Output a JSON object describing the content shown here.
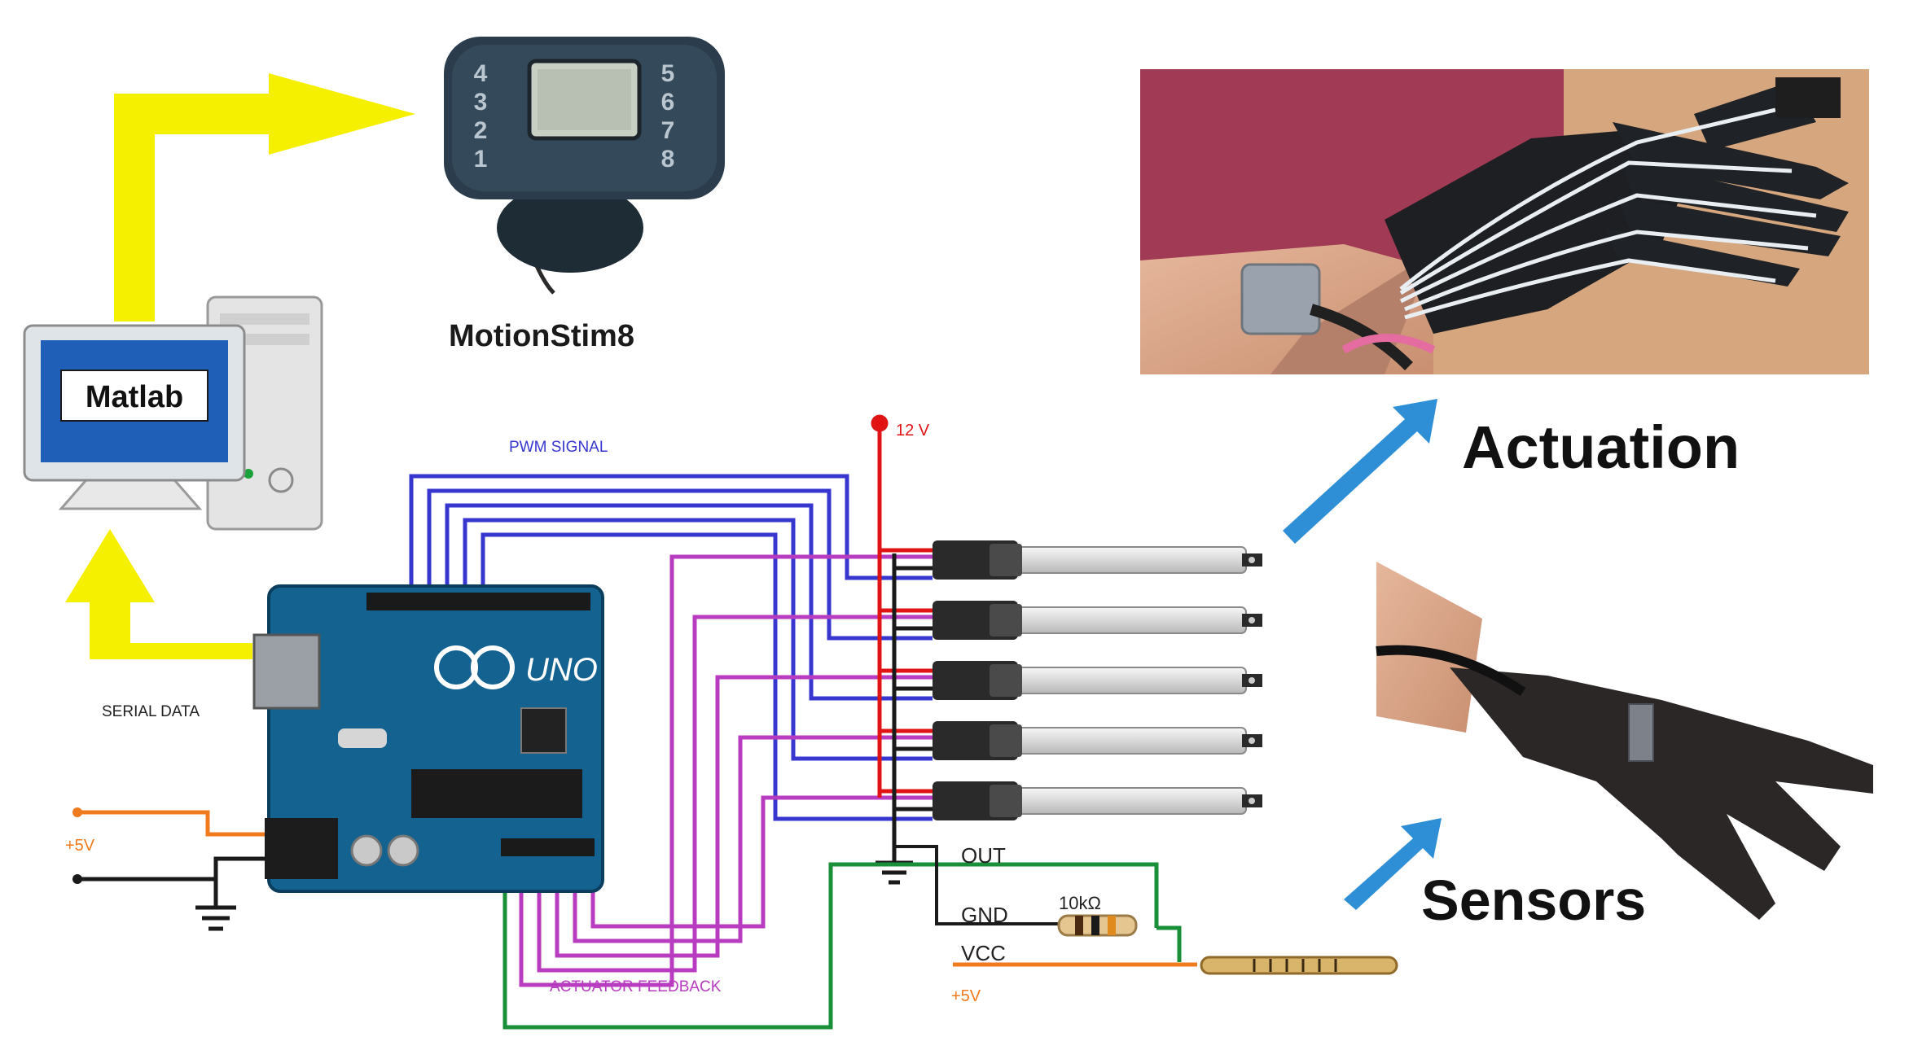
{
  "labels": {
    "matlab": "Matlab",
    "motionstim": "MotionStim8",
    "actuation": "Actuation",
    "sensors": "Sensors",
    "pwm_signal": "PWM SIGNAL",
    "serial_data": "SERIAL DATA",
    "actuator_feedback": "ACTUATOR FEEDBACK",
    "v12": "12 V",
    "v5_left": "+5V",
    "v5_right": "+5V",
    "out": "OUT",
    "gnd": "GND",
    "vcc": "VCC",
    "resistor": "10kΩ",
    "arduino_logo": "UNO"
  },
  "stimulator_keys": [
    "4",
    "3",
    "2",
    "1",
    "5",
    "6",
    "7",
    "8"
  ],
  "colors": {
    "data_arrow": "#f5ef00",
    "output_arrow": "#2e8fd6",
    "pwm": "#3737d0",
    "feedback": "#b83cc0",
    "sensor_wire": "#1a8f3a",
    "power_red": "#e01414",
    "supply_orange": "#f07a1e",
    "arduino_board": "#13628f"
  },
  "icons": {
    "computer": "desktop-computer-icon",
    "stimulator": "stimulator-device-icon",
    "board": "arduino-board-icon",
    "actuator": "linear-actuator-icon",
    "sensor": "flex-sensor-icon",
    "ground": "ground-symbol-icon",
    "glove_actuated": "glove-photo",
    "glove_sensor": "sensor-glove-photo"
  }
}
